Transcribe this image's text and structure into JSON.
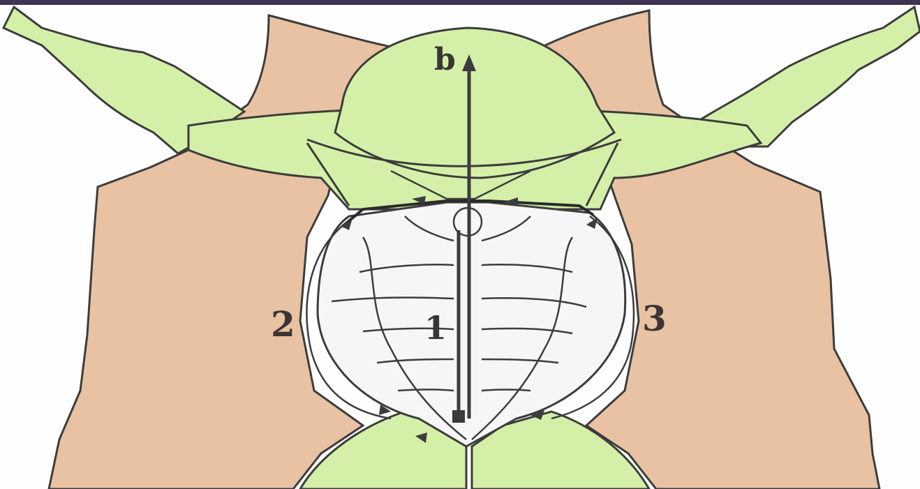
{
  "diagram": {
    "labels": {
      "top_arrow": "b",
      "center": "1",
      "left": "2",
      "right": "3"
    },
    "colors": {
      "skin": "#e8c2a2",
      "green": "#d4f0a8",
      "white": "#f6f6f6",
      "outline": "#3c3c3c",
      "frame": "#3d3453"
    }
  }
}
